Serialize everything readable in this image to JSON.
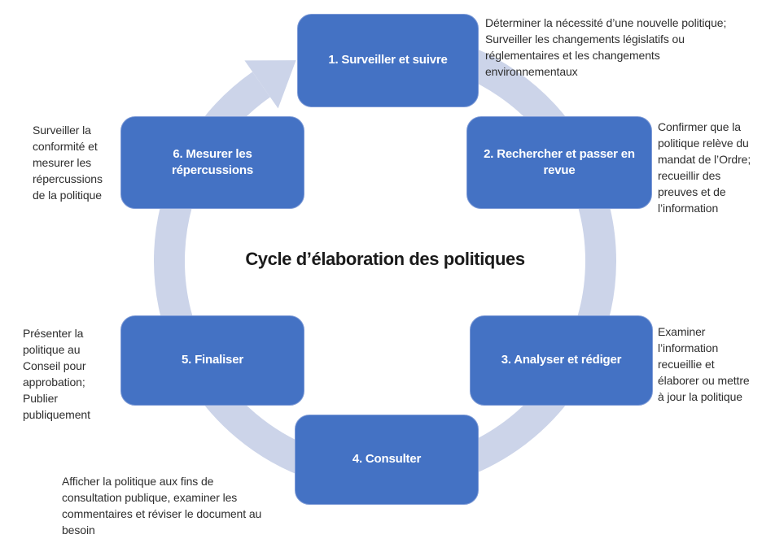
{
  "title": "Cycle d’élaboration des politiques",
  "colors": {
    "box_fill": "#4472C4",
    "box_border": "#7d9ad6",
    "arrow": "#CCD4E9",
    "box_text": "#FFFFFF",
    "annotation_text": "#2E2E2E"
  },
  "steps": [
    {
      "label": "1. Surveiller et suivre",
      "annotation": "Déterminer la nécessité d’une nouvelle politique;\nSurveiller les changements législatifs ou\nréglementaires et les changements\nenvironnementaux"
    },
    {
      "label": "2. Rechercher et passer en\nrevue",
      "annotation": "Confirmer que la\npolitique relève du\nmandat de l’Ordre;\nrecueillir des\npreuves et de\nl’information"
    },
    {
      "label": "3. Analyser et rédiger",
      "annotation": "Examiner\nl’information\nrecueillie et\nélaborer ou mettre\nà jour la politique"
    },
    {
      "label": "4. Consulter",
      "annotation": "Afficher la politique aux fins de\nconsultation publique, examiner les\ncommentaires et réviser le document au\nbesoin"
    },
    {
      "label": "5. Finaliser",
      "annotation": "Présenter la\npolitique au\nConseil pour\napprobation;\nPublier\npubliquement"
    },
    {
      "label": "6. Mesurer les\nrépercussions",
      "annotation": "Surveiller la\nconformité et\nmesurer les\nrépercussions\nde la politique"
    }
  ]
}
